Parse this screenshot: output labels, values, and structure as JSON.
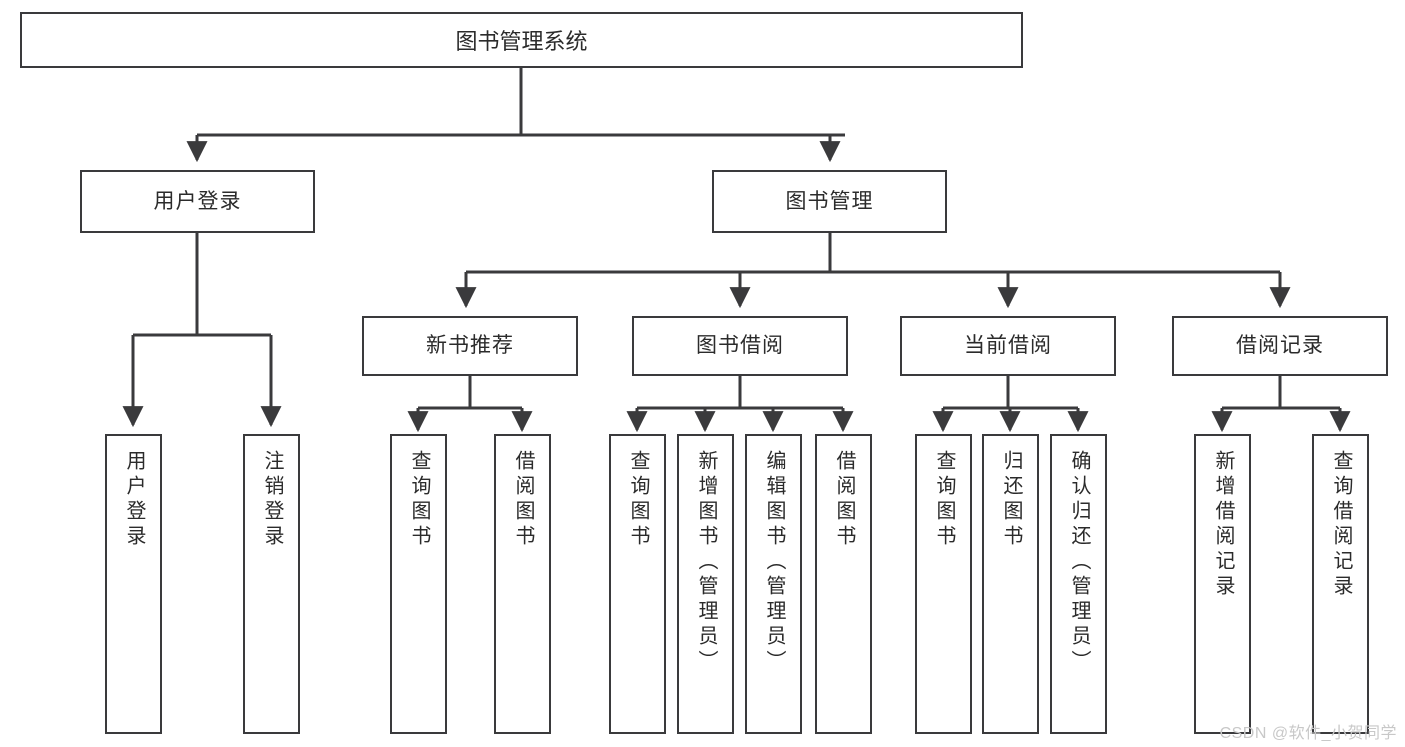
{
  "diagram": {
    "type": "tree",
    "title": "图书管理系统",
    "watermark": "CSDN @软件_小贺同学",
    "colors": {
      "background": "#ffffff",
      "box_border": "#3a3a3c",
      "box_fill": "#ffffff",
      "edge": "#3a3a3c",
      "text": "#2b2b2b",
      "watermark": "#c8c8c8"
    },
    "levels": {
      "level1": [
        {
          "id": "root",
          "label": "图书管理系统"
        }
      ],
      "level2": [
        {
          "id": "login",
          "label": "用户登录"
        },
        {
          "id": "bookmgmt",
          "label": "图书管理"
        }
      ],
      "level3": [
        {
          "id": "newbook",
          "label": "新书推荐"
        },
        {
          "id": "borrow",
          "label": "图书借阅"
        },
        {
          "id": "current",
          "label": "当前借阅"
        },
        {
          "id": "record",
          "label": "借阅记录"
        }
      ],
      "level4": [
        {
          "id": "leaf-user-login",
          "label": "用户登录",
          "parent": "login"
        },
        {
          "id": "leaf-user-logout",
          "label": "注销登录",
          "parent": "login"
        },
        {
          "id": "leaf-query-book-1",
          "label": "查询图书",
          "parent": "newbook"
        },
        {
          "id": "leaf-borrow-book-1",
          "label": "借阅图书",
          "parent": "newbook"
        },
        {
          "id": "leaf-query-book-2",
          "label": "查询图书",
          "parent": "borrow"
        },
        {
          "id": "leaf-add-book",
          "label": "新增图书（管理员）",
          "parent": "borrow"
        },
        {
          "id": "leaf-edit-book",
          "label": "编辑图书（管理员）",
          "parent": "borrow"
        },
        {
          "id": "leaf-borrow-book-2",
          "label": "借阅图书",
          "parent": "borrow"
        },
        {
          "id": "leaf-query-book-3",
          "label": "查询图书",
          "parent": "current"
        },
        {
          "id": "leaf-return-book",
          "label": "归还图书",
          "parent": "current"
        },
        {
          "id": "leaf-confirm-return",
          "label": "确认归还（管理员）",
          "parent": "current"
        },
        {
          "id": "leaf-add-record",
          "label": "新增借阅记录",
          "parent": "record"
        },
        {
          "id": "leaf-query-record",
          "label": "查询借阅记录",
          "parent": "record"
        }
      ]
    }
  }
}
